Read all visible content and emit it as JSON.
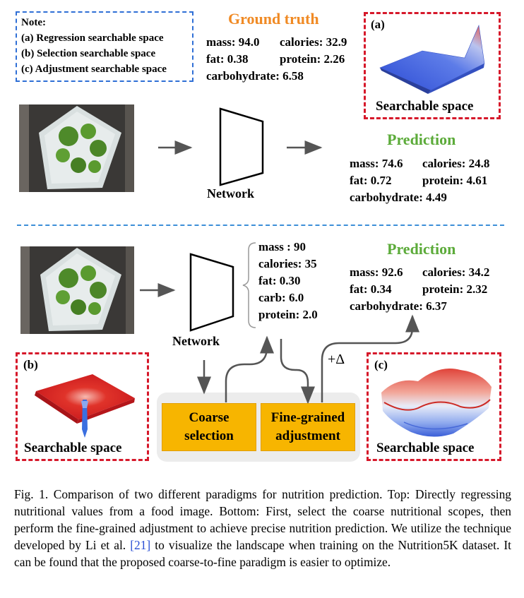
{
  "note": {
    "title": "Note:",
    "items": [
      "(a) Regression searchable space",
      "(b) Selection searchable space",
      "(c) Adjustment searchable space"
    ]
  },
  "ground_truth": {
    "title": "Ground truth",
    "line1_a": "mass: 94.0",
    "line1_b": "calories: 32.9",
    "line2_a": "fat: 0.38",
    "line2_b": "protein: 2.26",
    "line3": "carbohydrate: 6.58"
  },
  "panel_a": {
    "label": "(a)",
    "caption": "Searchable space"
  },
  "panel_b": {
    "label": "(b)",
    "caption": "Searchable space"
  },
  "panel_c": {
    "label": "(c)",
    "caption": "Searchable space"
  },
  "top": {
    "network_label": "Network",
    "prediction_title": "Prediction",
    "line1_a": "mass: 74.6",
    "line1_b": "calories: 24.8",
    "line2_a": "fat: 0.72",
    "line2_b": "protein: 4.61",
    "line3": "carbohydrate: 4.49"
  },
  "bottom": {
    "network_label": "Network",
    "coarse_values": [
      "mass : 90",
      "calories: 35",
      "fat: 0.30",
      "carb: 6.0",
      "protein: 2.0"
    ],
    "prediction_title": "Prediction",
    "line1_a": "mass: 92.6",
    "line1_b": "calories: 34.2",
    "line2_a": "fat: 0.34",
    "line2_b": "protein: 2.32",
    "line3": "carbohydrate: 6.37",
    "delta": "+Δ",
    "coarse_line1": "Coarse",
    "coarse_line2": "selection",
    "fine_line1": "Fine-grained",
    "fine_line2": "adjustment"
  },
  "caption": {
    "text_before_ref": "Fig. 1.    Comparison of two different paradigms for nutrition prediction. Top: Directly regressing nutritional values from a food image. Bottom: First, select the coarse nutritional scopes, then perform the fine-grained adjustment to achieve precise nutrition prediction. We utilize the technique developed by Li et al. ",
    "ref": "[21]",
    "text_after_ref": " to visualize the landscape when training on the Nutrition5K dataset. It can be found that the proposed coarse-to-fine paradigm is easier to optimize."
  },
  "colors": {
    "orange_title": "#f08a24",
    "green_title": "#5cab3a",
    "note_border": "#2f6fd6",
    "red_border": "#d6182a",
    "box_fill": "#f7b500",
    "separator": "#3d8fd8"
  }
}
